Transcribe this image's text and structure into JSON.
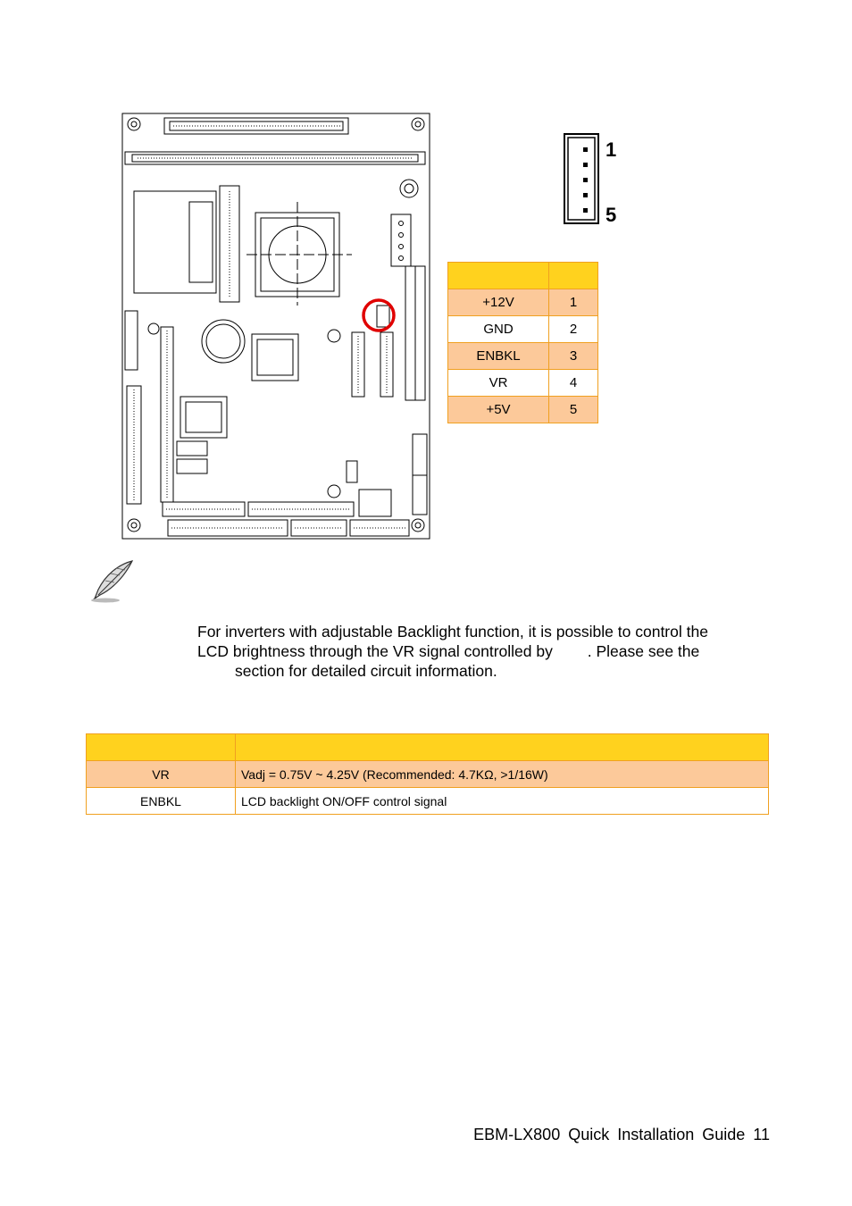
{
  "pin_table": {
    "header": {
      "signal": "",
      "pin": ""
    },
    "rows": [
      {
        "signal": "+12V",
        "pin": "1"
      },
      {
        "signal": "GND",
        "pin": "2"
      },
      {
        "signal": "ENBKL",
        "pin": "3"
      },
      {
        "signal": "VR",
        "pin": "4"
      },
      {
        "signal": "+5V",
        "pin": "5"
      }
    ]
  },
  "connector_labels": {
    "pin_first": "1",
    "pin_last": "5"
  },
  "note": {
    "line1": "For inverters with adjustable Backlight function, it is possible to control the",
    "line2": "LCD brightness through the VR signal controlled by        . Please see the",
    "line3": "section for detailed circuit information."
  },
  "signal_table": {
    "header": {
      "signal": "",
      "description": ""
    },
    "rows": [
      {
        "signal": "VR",
        "description": "Vadj = 0.75V ~ 4.25V (Recommended: 4.7KΩ, >1/16W)"
      },
      {
        "signal": "ENBKL",
        "description": "LCD backlight ON/OFF control signal"
      }
    ]
  },
  "footer": "EBM-LX800 Quick Installation Guide 11",
  "colors": {
    "header": "#ffd21e",
    "row_shade": "#fcc99a",
    "border": "#f0a020",
    "highlight": "#e00000"
  },
  "icons": {
    "note": "feather-pen-icon"
  }
}
